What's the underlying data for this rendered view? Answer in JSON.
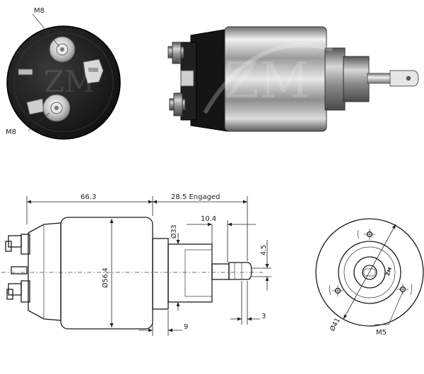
{
  "photos": {
    "end_view_labels": {
      "top_terminal": "M8",
      "bottom_terminal": "M8"
    }
  },
  "drawing": {
    "dimensions": {
      "body_length": "66.3",
      "engaged_stroke": "28.5 Engaged",
      "plunger_extension": "10.4",
      "neck_diameter": "Ø33",
      "body_diameter": "Ø56.4",
      "eye_width": "4.5",
      "eye_thickness": "3",
      "flange_to_neck": "9",
      "bolt_circle": "Ø41",
      "mount_thread": "M5"
    },
    "plunger_mark": "ZM"
  }
}
